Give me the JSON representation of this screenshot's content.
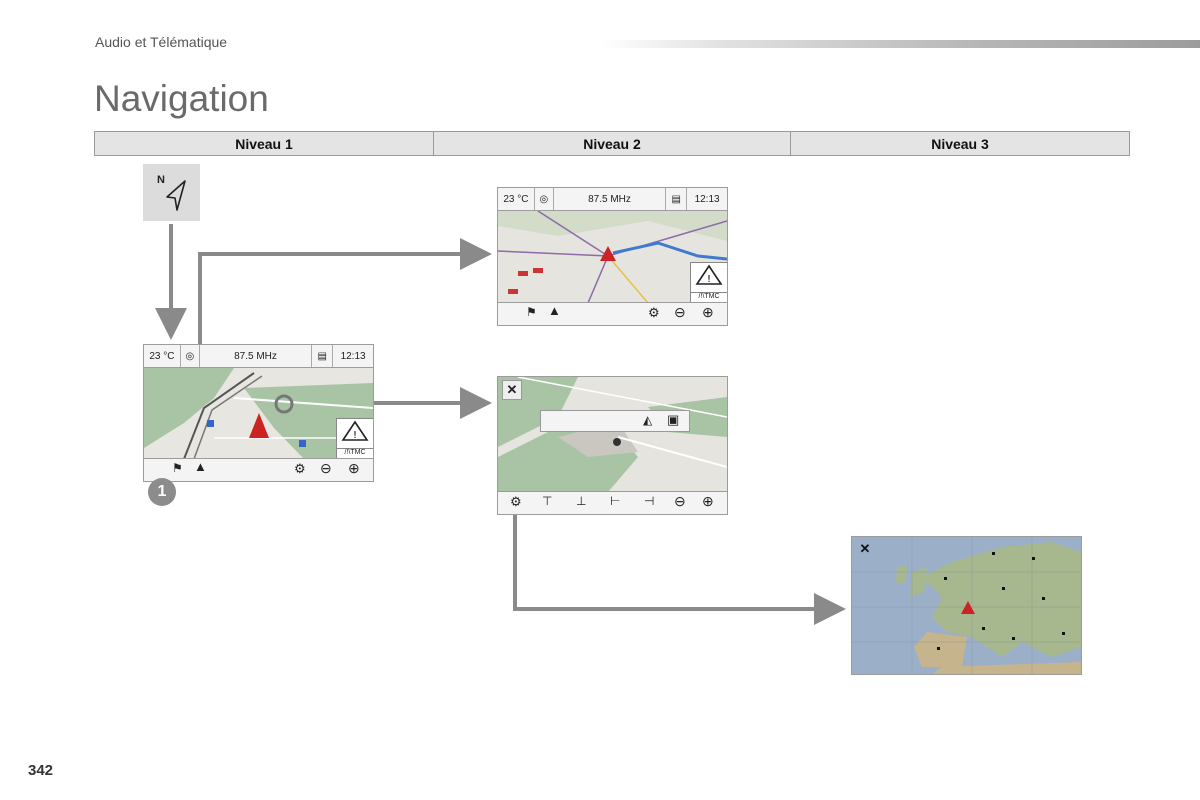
{
  "header": {
    "section": "Audio et Télématique",
    "title": "Navigation"
  },
  "levels": [
    "Niveau 1",
    "Niveau 2",
    "Niveau 3"
  ],
  "status_bar": {
    "temperature": "23 °C",
    "frequency": "87.5 MHz",
    "time": "12:13"
  },
  "nav_button": {
    "north_label": "N"
  },
  "tmc_label": "/!\\TMC",
  "callout": "1",
  "page_number": "342",
  "colors": {
    "frame": "#9c9c9c",
    "arrow": "#8a8a8a",
    "level_bar": "#e4e4e4",
    "map_green": "#9fc39f",
    "route_blue": "#3e7bd0"
  }
}
